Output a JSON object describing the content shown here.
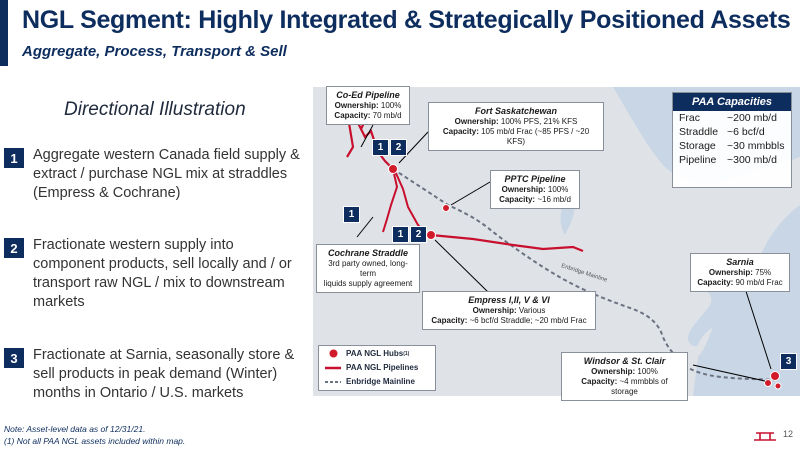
{
  "title": "NGL Segment: Highly Integrated & Strategically Positioned Assets",
  "subtitle": "Aggregate, Process, Transport & Sell",
  "directional_heading": "Directional Illustration",
  "steps": [
    {
      "num": "1",
      "text": "Aggregate western Canada field supply & extract / purchase NGL mix at straddles (Empress & Cochrane)"
    },
    {
      "num": "2",
      "text": "Fractionate western supply into component products, sell locally and / or transport raw NGL / mix to downstream markets"
    },
    {
      "num": "3",
      "text": "Fractionate at Sarnia, seasonally store & sell products in peak demand (Winter) months in Ontario / U.S. markets"
    }
  ],
  "footnotes": [
    "Note: Asset-level data as of 12/31/21.",
    "(1) Not all PAA NGL assets included within map."
  ],
  "capacities": {
    "title": "PAA Capacities",
    "rows": [
      {
        "label": "Frac",
        "value": "~200 mb/d"
      },
      {
        "label": "Straddle",
        "value": "~6 bcf/d"
      },
      {
        "label": "Storage",
        "value": "~30 mmbbls"
      },
      {
        "label": "Pipeline",
        "value": "~300 mb/d"
      }
    ]
  },
  "callouts": {
    "coed": {
      "title": "Co-Ed Pipeline",
      "l1": "Ownership:",
      "v1": " 100%",
      "l2": "Capacity:",
      "v2": " 70 mb/d"
    },
    "fort": {
      "title": "Fort Saskatchewan",
      "l1": "Ownership:",
      "v1": " 100% PFS, 21% KFS",
      "l2": "Capacity:",
      "v2": " 105 mb/d  Frac (~85 PFS / ~20 KFS)"
    },
    "pptc": {
      "title": "PPTC Pipeline",
      "l1": "Ownership:",
      "v1": " 100%",
      "l2": "Capacity:",
      "v2": " ~16 mb/d"
    },
    "cochrane": {
      "title": "Cochrane Straddle",
      "l1": "3rd party owned, long-term",
      "l2": "liquids supply agreement"
    },
    "empress": {
      "title": "Empress I,II, V & VI",
      "l1": "Ownership:",
      "v1": " Various",
      "l2": "Capacity:",
      "v2": " ~6 bcf/d Straddle; ~20 mb/d Frac"
    },
    "sarnia": {
      "title": "Sarnia",
      "l1": "Ownership:",
      "v1": " 75%",
      "l2": "Capacity:",
      "v2": " 90 mb/d Frac"
    },
    "windsor": {
      "title": "Windsor & St. Clair",
      "l1": "Ownership:",
      "v1": " 100%",
      "l2": "Capacity:",
      "v2": " ~4 mmbbls of storage"
    }
  },
  "badges": {
    "b1": "1",
    "b2": "2"
  },
  "legend": {
    "hubs": "PAA NGL Hubs",
    "hubs_sup": "(1)",
    "pipelines": "PAA NGL Pipelines",
    "enbridge": "Enbridge Mainline"
  },
  "map_labels": {
    "enbridge": "Enbridge Mainline"
  },
  "page_number": "12",
  "colors": {
    "navy": "#0d2d5e",
    "pipeline_red": "#c8102e",
    "hub_red": "#d11a2a",
    "enbridge_gray": "#6b7280",
    "land": "#dfe3e8",
    "water": "#c9d6e6"
  }
}
